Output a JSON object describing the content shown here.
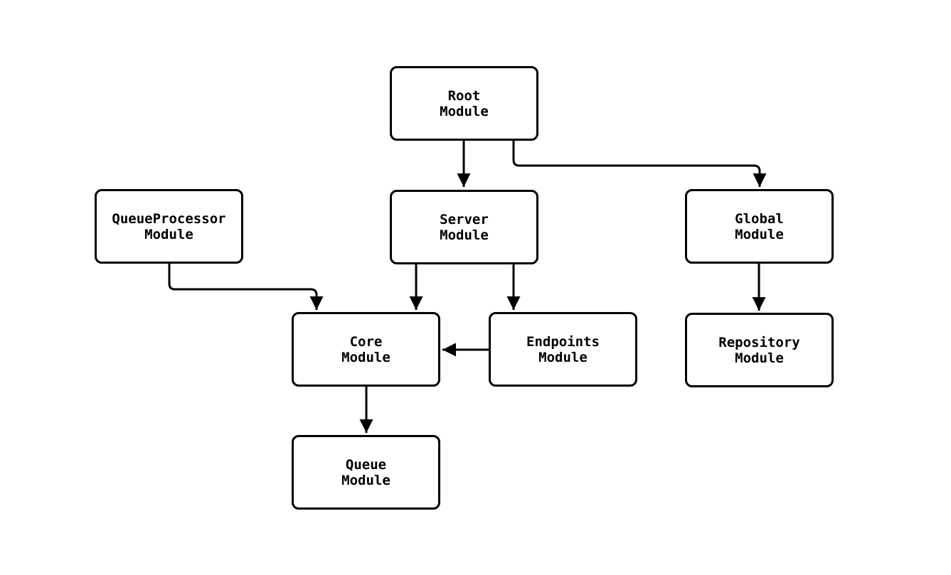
{
  "diagram": {
    "title": "module dependency diagram",
    "background_color": "#ffffff",
    "stroke_color": "#000000",
    "nodes": {
      "root": {
        "line1": "Root",
        "line2": "Module"
      },
      "queueprocessor": {
        "line1": "QueueProcessor",
        "line2": "Module"
      },
      "server": {
        "line1": "Server",
        "line2": "Module"
      },
      "global": {
        "line1": "Global",
        "line2": "Module"
      },
      "core": {
        "line1": "Core",
        "line2": "Module"
      },
      "endpoints": {
        "line1": "Endpoints",
        "line2": "Module"
      },
      "repository": {
        "line1": "Repository",
        "line2": "Module"
      },
      "queue": {
        "line1": "Queue",
        "line2": "Module"
      }
    },
    "edges": [
      {
        "from": "Root Module",
        "to": "Server Module"
      },
      {
        "from": "Root Module",
        "to": "Global Module"
      },
      {
        "from": "QueueProcessor Module",
        "to": "Core Module"
      },
      {
        "from": "Server Module",
        "to": "Core Module"
      },
      {
        "from": "Server Module",
        "to": "Endpoints Module"
      },
      {
        "from": "Endpoints Module",
        "to": "Core Module"
      },
      {
        "from": "Global Module",
        "to": "Repository Module"
      },
      {
        "from": "Core Module",
        "to": "Queue Module"
      }
    ]
  }
}
